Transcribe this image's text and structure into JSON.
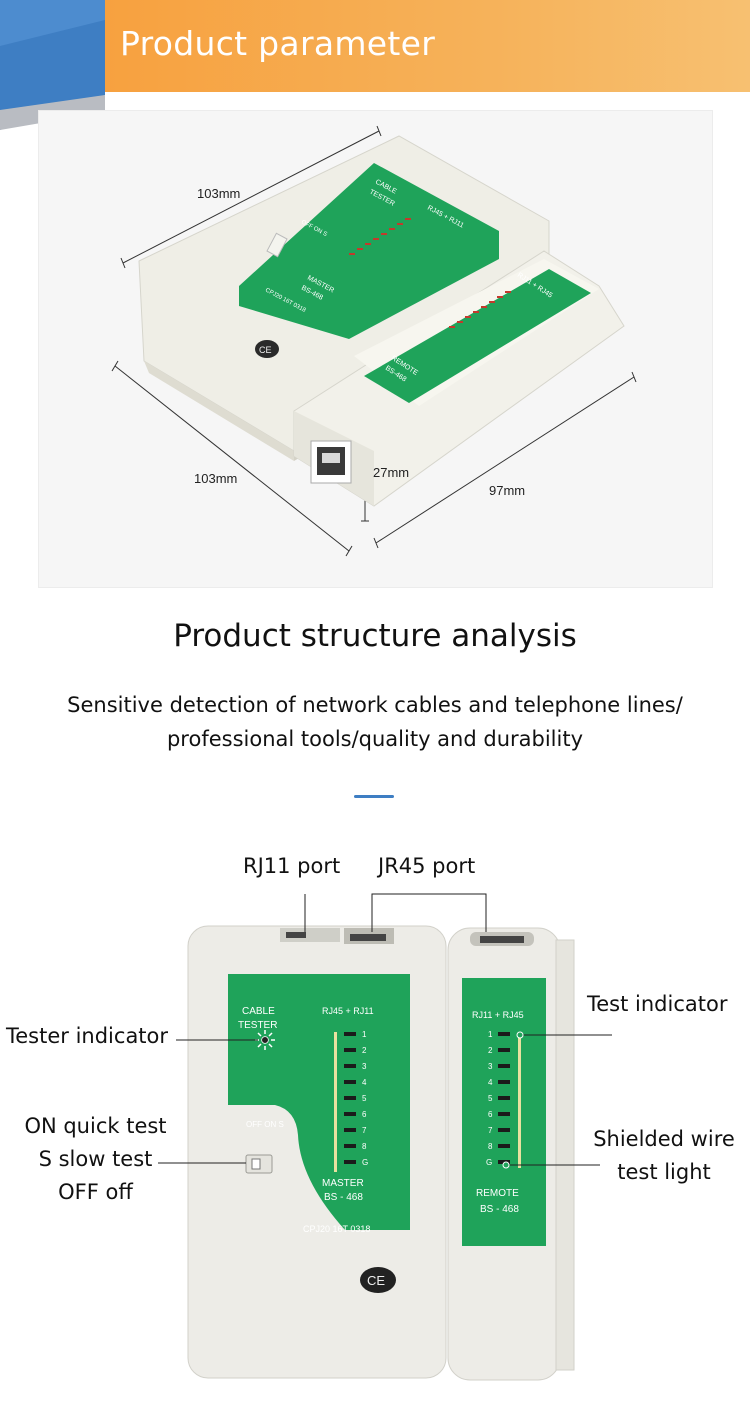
{
  "banner": {
    "title": "Product parameter"
  },
  "dimensions": {
    "top_length": "103mm",
    "front_length": "103mm",
    "height": "27mm",
    "remote_length": "97mm"
  },
  "device_master": {
    "cable_tester": "CABLE TESTER",
    "switch": "OFF ON S",
    "port_label": "RJ45 + RJ11",
    "model": "MASTER",
    "model_number": "BS-468",
    "serial": "CPJ20 16T 0318",
    "led_numbers": [
      "1",
      "2",
      "3",
      "4",
      "5",
      "6",
      "7",
      "8",
      "G"
    ]
  },
  "device_remote": {
    "port_label": "RJ11 + RJ45",
    "model": "REMOTE",
    "model_number": "BS-468",
    "led_numbers": [
      "1",
      "2",
      "3",
      "4",
      "5",
      "6",
      "7",
      "8",
      "G"
    ]
  },
  "structure": {
    "title": "Product structure analysis",
    "subtitle_line1": "Sensitive detection of network cables and telephone lines/",
    "subtitle_line2": "professional tools/quality and durability"
  },
  "callouts": {
    "rj11": "RJ11 port",
    "rj45": "JR45 port",
    "tester_indicator": "Tester indicator",
    "switch_line1": "ON quick test",
    "switch_line2": "S slow test",
    "switch_line3": "OFF off",
    "test_indicator": "Test indicator",
    "shield_line1": "Shielded wire",
    "shield_line2": "test light"
  },
  "colors": {
    "banner_orange": "#f7a13f",
    "banner_blue": "#3e7ec3",
    "device_green": "#1fa35a",
    "device_body": "#efefe9"
  }
}
